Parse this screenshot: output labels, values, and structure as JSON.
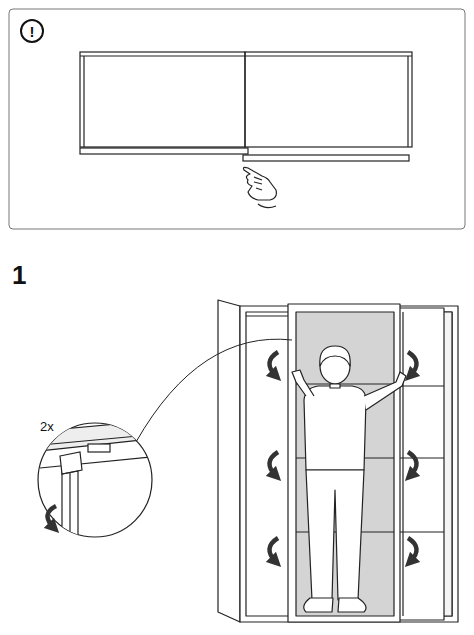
{
  "diagram": {
    "labels": [
      "!",
      "1",
      "2x"
    ]
  }
}
